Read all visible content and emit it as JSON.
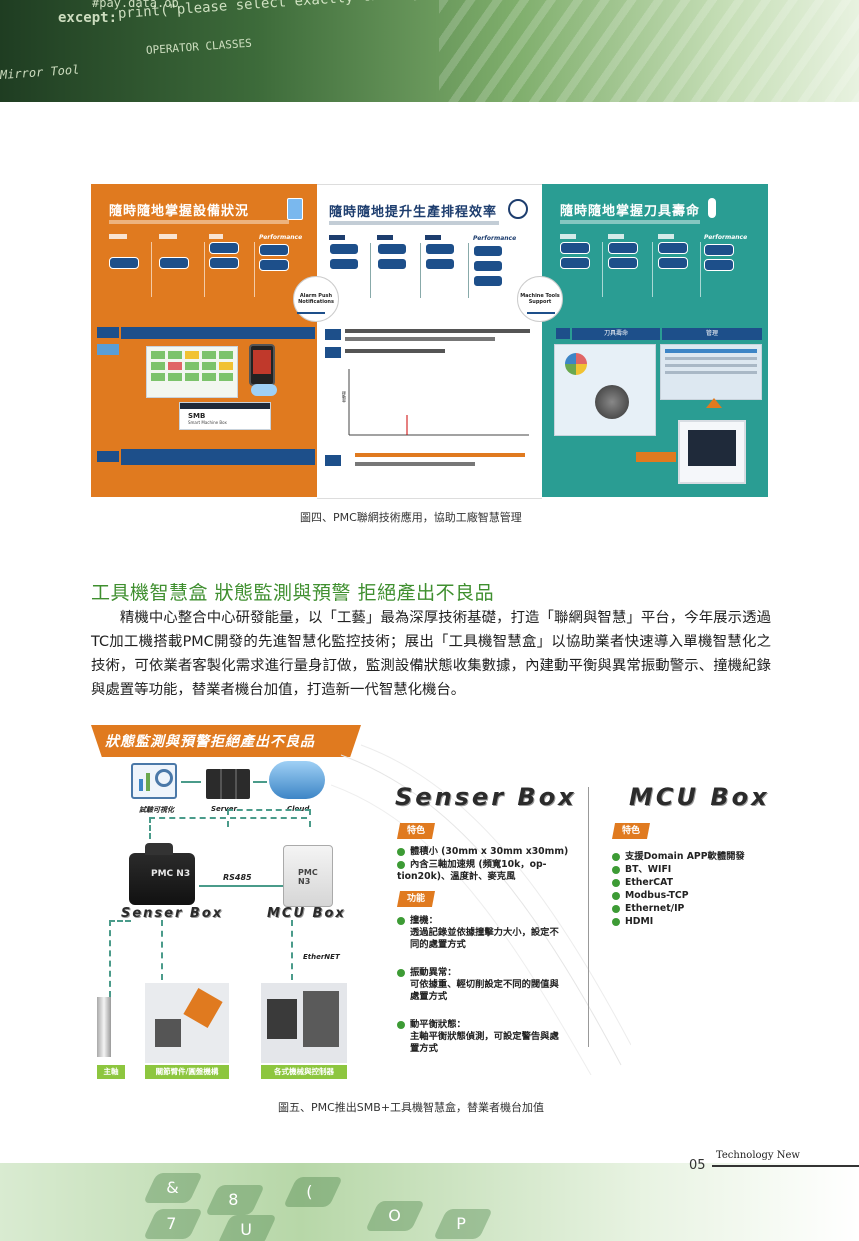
{
  "header": {
    "code_lines": [
      "#pay.data.ob",
      "except:",
      "print(\"please select exactly two objects,",
      "OPERATOR CLASSES",
      "Mirror Tool"
    ]
  },
  "fig4": {
    "panel1_title": "隨時隨地掌握設備狀況",
    "panel2_title": "隨時隨地提升生產排程效率",
    "panel3_title": "隨時隨地掌握刀具壽命",
    "kpi_word": "Performance",
    "bubble_left": "Alarm Push Notifications",
    "bubble_right": "Machine Tools Support",
    "tool_hdr": "刀具壽命",
    "mgmt_hdr": "管理",
    "chart_axis_label": "稼動率",
    "smb_label": "SMB",
    "smb_sub": "Smart Machine Box",
    "caption": "圖四、PMC聯網技術應用，協助工廠智慧管理"
  },
  "section": {
    "title": "工具機智慧盒 狀態監測與預警 拒絕產出不良品",
    "body": "精機中心整合中心研發能量，以「工藝」最為深厚技術基礎，打造「聯網與智慧」平台，今年展示透過TC加工機搭載PMC開發的先進智慧化監控技術；展出「工具機智慧盒」以協助業者快速導入單機智慧化之技術，可依業者客製化需求進行量身訂做，監測設備狀態收集數據，內建動平衡與異常振動警示、撞機紀錄與處置等功能，替業者機台加值，打造新一代智慧化機台。"
  },
  "fig5": {
    "banner": "狀態監測與預警拒絕產出不良品",
    "top_labels": [
      "試驗可視化",
      "Server",
      "Cloud"
    ],
    "rs485": "RS485",
    "ethernet": "EtherNET",
    "sensor_box_label": "Senser Box",
    "mcu_box_label": "MCU Box",
    "pmc_badge": "PMC N3",
    "bottom_tags": [
      "主軸",
      "關節臂件/圓盤機構",
      "各式機械與控制器"
    ],
    "sensor_title": "Senser Box",
    "mcu_title": "MCU Box",
    "feature_chip": "特色",
    "function_chip": "功能",
    "sensor_features": [
      "體積小 (30mm x 30mm x30mm)",
      "內含三軸加速規 (頻寬10k，op-tion20k)、溫度計、麥克風"
    ],
    "sensor_functions": [
      {
        "head": "撞機：",
        "body": "透過記錄並依據撞擊力大小，設定不同的處置方式"
      },
      {
        "head": "振動異常：",
        "body": "可依據重、輕切削設定不同的閥值與處置方式"
      },
      {
        "head": "動平衡狀態：",
        "body": "主軸平衡狀態偵測，可設定警告與處置方式"
      }
    ],
    "mcu_features": [
      "支援Domain APP軟體開發",
      "BT、WIFI",
      "EtherCAT",
      "Modbus-TCP",
      "Ethernet/IP",
      "HDMI"
    ],
    "caption": "圖五、PMC推出SMB+工具機智慧盒，替業者機台加值"
  },
  "footer": {
    "page_number": "05",
    "brand": "Technology New",
    "keys": [
      "&",
      "8",
      "(",
      "7",
      "U",
      "O",
      "P"
    ]
  },
  "colors": {
    "orange": "#e07a1f",
    "teal": "#2a9d93",
    "navy": "#1d4f8a",
    "green_heading": "#3f8f2f",
    "bullet_green": "#3d9b35"
  }
}
